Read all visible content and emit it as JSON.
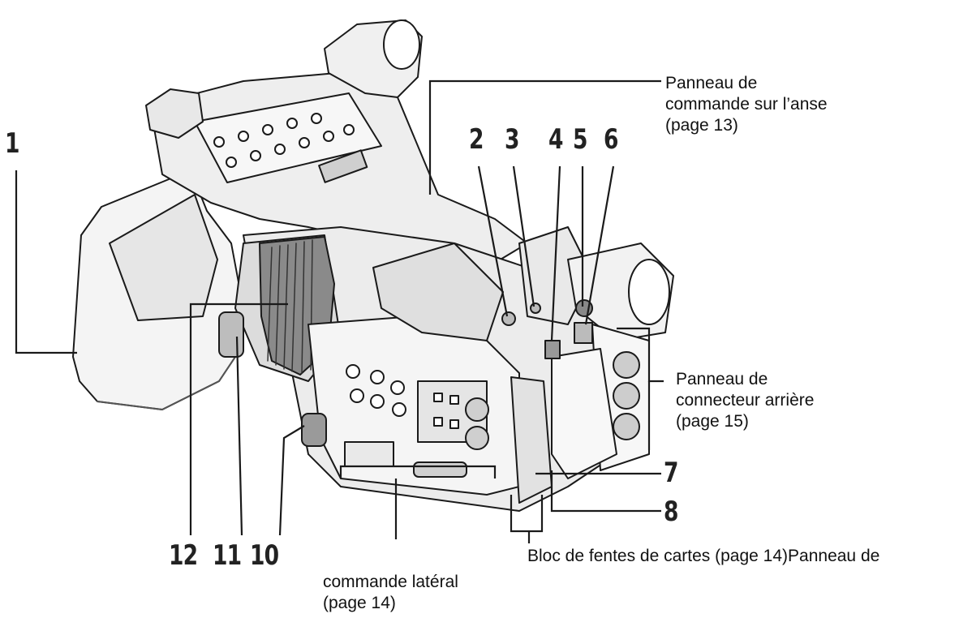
{
  "figure": {
    "callout_numbers": [
      "1",
      "2",
      "3",
      "4",
      "5",
      "6",
      "7",
      "8",
      "10",
      "11",
      "12"
    ],
    "captions": {
      "handle_panel": [
        "Panneau de",
        "commande sur l’anse",
        "(page 13)"
      ],
      "rear_connector_panel": [
        "Panneau de",
        "connecteur arrière",
        "(page 15)"
      ],
      "card_slot_block": "Bloc de fentes de cartes (page 14)Panneau de",
      "side_panel": [
        "commande latéral",
        "(page 14)"
      ]
    },
    "colors": {
      "line": "#1a1a1a",
      "body_light": "#f3f3f3",
      "body_mid": "#d9d9d9",
      "body_dark": "#7a7a7a"
    }
  }
}
